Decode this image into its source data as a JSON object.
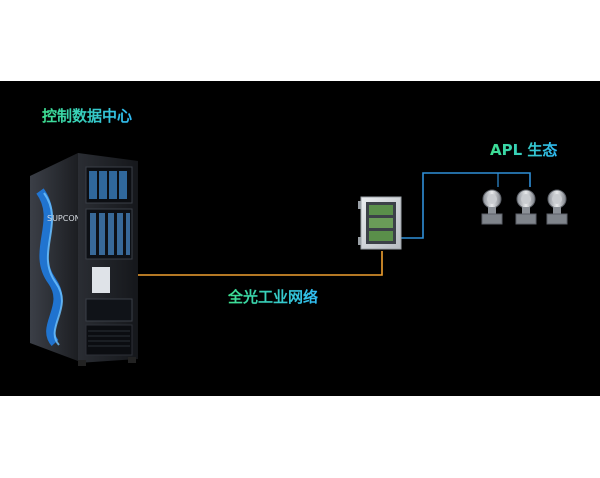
{
  "labels": {
    "control_center": "控制数据中心",
    "apl_ecosystem": "APL 生态",
    "optical_network": "全光工业网络"
  },
  "cabinet_brand": "SUPCON",
  "colors": {
    "background": "#000000",
    "optical_link": "#f0a030",
    "apl_link": "#2f8fd8",
    "label_gradient_start": "#3fe08a",
    "label_gradient_end": "#2fb6ff",
    "cabinet_accent": "#1f7be0"
  },
  "icons": [
    "server-cabinet",
    "field-junction-box",
    "pressure-transmitter"
  ]
}
